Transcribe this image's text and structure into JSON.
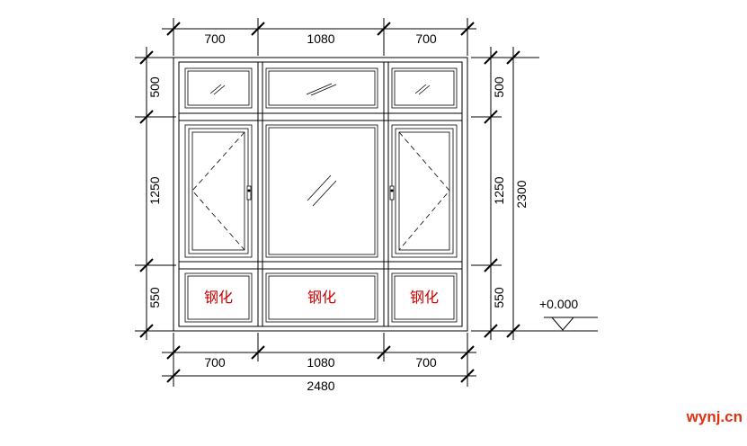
{
  "dims": {
    "top": [
      "700",
      "1080",
      "700"
    ],
    "bottom": [
      "700",
      "1080",
      "700"
    ],
    "total_width": "2480",
    "left": [
      "500",
      "1250",
      "550"
    ],
    "right": [
      "500",
      "1250",
      "550"
    ],
    "total_height": "2300"
  },
  "panel_labels": [
    "钢化",
    "钢化",
    "钢化"
  ],
  "elevation": "+0.000",
  "watermark": "wynj.cn",
  "colors": {
    "line": "#000000",
    "label": "#cc0000",
    "watermark": "#e03010"
  }
}
